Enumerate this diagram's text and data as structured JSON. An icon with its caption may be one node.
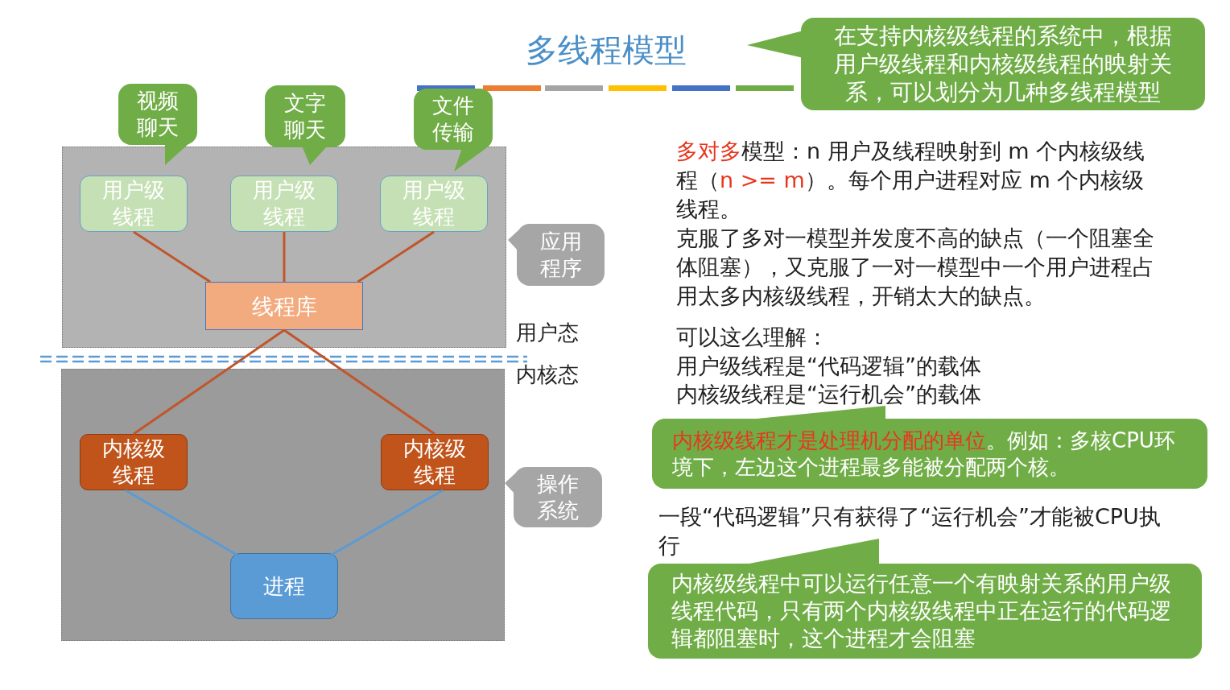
{
  "diagram": {
    "title": "多线程模型",
    "nodes": [
      {
        "text": [],
        "shape": "box"
      },
      {
        "text": [
          "用户级线程"
        ],
        "in": 0
      },
      {
        "text": [
          "用户级线程"
        ],
        "in": 0
      },
      {
        "text": [
          "用户级线程"
        ],
        "in": 0
      },
      {
        "text": [
          "线程库"
        ],
        "in": 0
      },
      {
        "text": [],
        "shape": "box"
      },
      {
        "text": [
          "内核级线程"
        ],
        "in": 5
      },
      {
        "text": [
          "内核级线程"
        ],
        "in": 5
      },
      {
        "text": [
          "进程"
        ],
        "in": 5
      },
      {
        "text": [
          "视频聊天"
        ]
      },
      {
        "text": [
          "文字聊天"
        ]
      },
      {
        "text": [
          "文件传输"
        ]
      },
      {
        "text": [
          "应用程序"
        ]
      },
      {
        "text": [
          "操作系统"
        ]
      },
      {
        "text": [
          "在支持内核级线程的系统中，根据用户级线程和内核级线程的映射关系，可以划分为几种多线程模型"
        ]
      },
      {
        "text": [
          "**内核级线程才是处理机分配的单位**。例如：多核CPU环境下，左边这个进程最多能被分配两个核。"
        ]
      },
      {
        "text": [
          "内核级线程中可以运行任意一个有映射关系的用户级线程代码，只有两个内核级线程中正在运行的代码逻辑都阻塞时，这个进程才会阻塞"
        ]
      }
    ],
    "edges": [
      {
        "from": 1,
        "to": 4,
        "arrow": "none"
      },
      {
        "from": 2,
        "to": 4,
        "arrow": "none"
      },
      {
        "from": 3,
        "to": 4,
        "arrow": "none"
      },
      {
        "from": 4,
        "to": 6,
        "arrow": "none"
      },
      {
        "from": 4,
        "to": 7,
        "arrow": "none"
      },
      {
        "from": 6,
        "to": 8,
        "arrow": "none",
        "color": "#5b9bd5"
      },
      {
        "from": 7,
        "to": 8,
        "arrow": "none",
        "color": "#5b9bd5"
      }
    ],
    "labels": [
      "用户态",
      "内核态",
      "**多对多**模型：n 用户及线程映射到 m 个内核级线程（**n >= m**）。每个用户进程对应 m 个内核级线程。",
      "克服了多对一模型并发度不高的缺点（一个阻塞全体阻塞），又克服了一对一模型中一个用户进程占用太多内核级线程，开销太大的缺点。",
      "可以这么理解：",
      "用户级线程是“代码逻辑”的载体",
      "内核级线程是“运行机会”的载体",
      "一段“代码逻辑”只有获得了“运行机会”才能被CPU执行"
    ]
  }
}
